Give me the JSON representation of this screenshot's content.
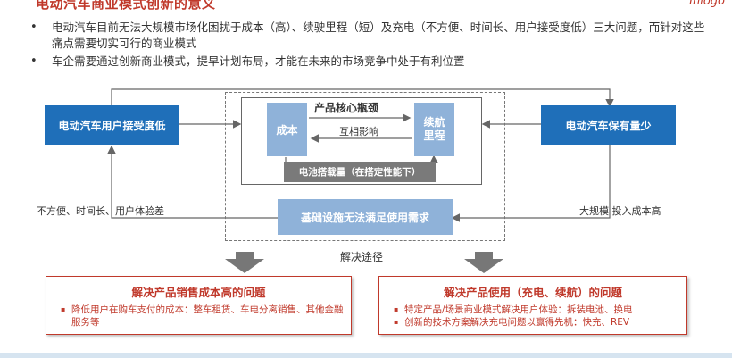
{
  "header": {
    "title": "电动汽车商业模式创新的意义",
    "logo": "Inlogo"
  },
  "bullets": [
    "电动汽车目前无法大规模市场化困扰于成本（高）、续驶里程（短）及充电（不方便、时间长、用户接受度低）三大问题，而针对这些痛点需要切实可行的商业模式",
    "车企需要通过创新商业模式，提早计划布局，才能在未来的市场竞争中处于有利位置"
  ],
  "diagram": {
    "left_box": "电动汽车用户接受度低",
    "right_box": "电动汽车保有量少",
    "core_title": "产品核心瓶颈",
    "cost": "成本",
    "range": "续航里程",
    "mutual": "互相影响",
    "battery": "电池搭载量（在搭定性能下）",
    "infra": "基础设施无法满足使用需求",
    "left_label": "不方便、时间长、用户体验差",
    "right_label": "大规模 投入成本高",
    "solution_label": "解决途径"
  },
  "panels": {
    "left": {
      "title": "解决产品销售成本高的问题",
      "items": [
        "降低用户在购车支付的成本：整车租赁、车电分离销售、其他金融服务等"
      ]
    },
    "right": {
      "title": "解决产品使用（充电、续航）的问题",
      "items": [
        "特定产品/场景商业模式解决用户体验：拆装电池、换电",
        "创新的技术方案解决充电问题以赢得先机：快充、REV"
      ]
    }
  }
}
